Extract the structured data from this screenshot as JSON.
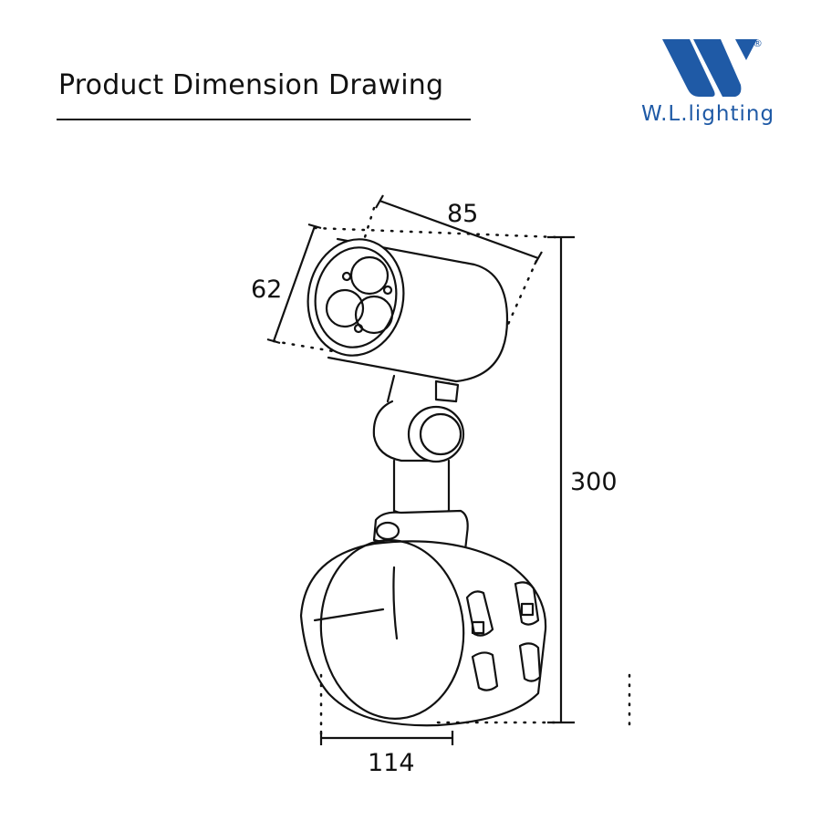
{
  "header": {
    "title": "Product Dimension Drawing"
  },
  "logo": {
    "brand_text": "W.L.lighting",
    "mark_letter": "W",
    "registered": "®",
    "color": "#1f5aa6"
  },
  "dimensions": {
    "head_length": "85",
    "head_diameter": "62",
    "total_height": "300",
    "clamp_width": "114"
  }
}
